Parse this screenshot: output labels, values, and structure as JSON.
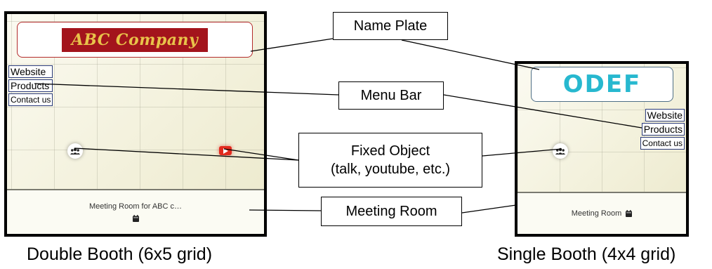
{
  "double_booth": {
    "name_plate": {
      "logo_text": "ABC Company"
    },
    "menu": [
      {
        "label": "Website"
      },
      {
        "label": "Products"
      },
      {
        "label": "Contact us"
      }
    ],
    "meeting_room": {
      "label": "Meeting Room for ABC c…"
    },
    "caption": "Double Booth (6x5 grid)"
  },
  "single_booth": {
    "name_plate": {
      "logo_text": "ODEF"
    },
    "menu": [
      {
        "label": "Website"
      },
      {
        "label": "Products"
      },
      {
        "label": "Contact us"
      }
    ],
    "meeting_room": {
      "label": "Meeting Room"
    },
    "caption": "Single Booth (4x4 grid)"
  },
  "callouts": {
    "name_plate": "Name Plate",
    "menu_bar": "Menu Bar",
    "fixed_object_line1": "Fixed Object",
    "fixed_object_line2": "(talk, youtube, etc.)",
    "meeting_room": "Meeting Room"
  },
  "icons": {
    "talk": "people-group-icon",
    "youtube": "youtube-play-icon",
    "meeting": "calendar-icon"
  },
  "colors": {
    "abc_plate_bg": "#a3141c",
    "abc_plate_text": "#e8c34a",
    "odef_logo": "#27b8cf",
    "youtube_red": "#e32a1e"
  }
}
